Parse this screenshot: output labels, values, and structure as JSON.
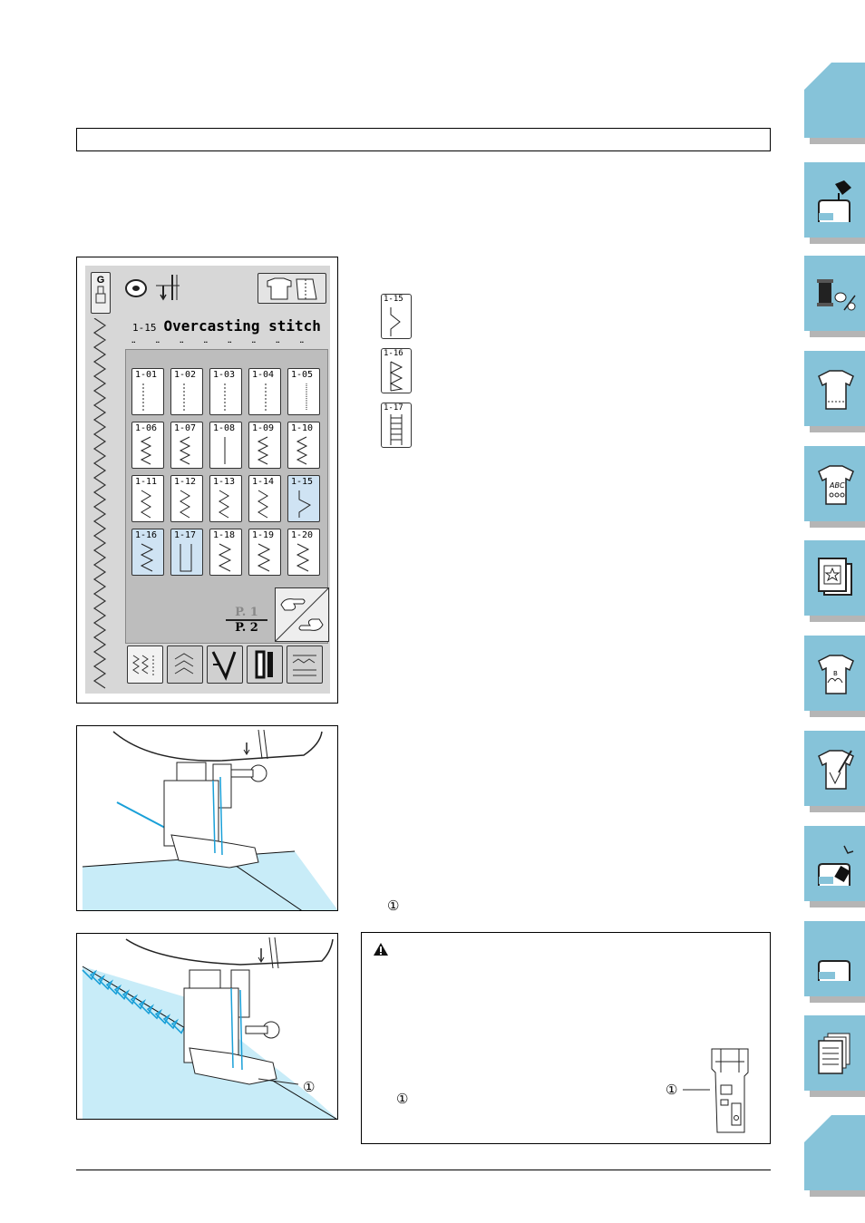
{
  "colors": {
    "tab_blue": "#86c3d9",
    "fabric_blue": "#c8ecf8",
    "key_selected": "#cfe3f3",
    "thread_blue": "#1aa0d8"
  },
  "lcd": {
    "presser_foot": "G",
    "stitch_number": "1-15",
    "stitch_name": "Overcasting stitch",
    "page_current": "P. 1",
    "page_total": "P. 2",
    "keys": [
      "1-01",
      "1-02",
      "1-03",
      "1-04",
      "1-05",
      "1-06",
      "1-07",
      "1-08",
      "1-09",
      "1-10",
      "1-11",
      "1-12",
      "1-13",
      "1-14",
      "1-15",
      "1-16",
      "1-17",
      "1-18",
      "1-19",
      "1-20"
    ],
    "selected_keys": [
      "1-15",
      "1-16",
      "1-17"
    ]
  },
  "stitch_list": [
    {
      "code": "1-15"
    },
    {
      "code": "1-16"
    },
    {
      "code": "1-17"
    }
  ],
  "callouts": {
    "marker": "①"
  },
  "warning": {
    "icon": "warning-triangle-icon"
  },
  "side_tabs": [
    "blank-tab",
    "sewing-machine-hand-icon",
    "thread-spool-scissors-icon",
    "shirt-stitch-icon",
    "shirt-abc-icon",
    "embroidery-frame-icon",
    "shirt-embroidery-icon",
    "shirt-edit-icon",
    "machine-settings-icon",
    "sewing-machine-icon",
    "documents-icon",
    "blank-tab"
  ]
}
